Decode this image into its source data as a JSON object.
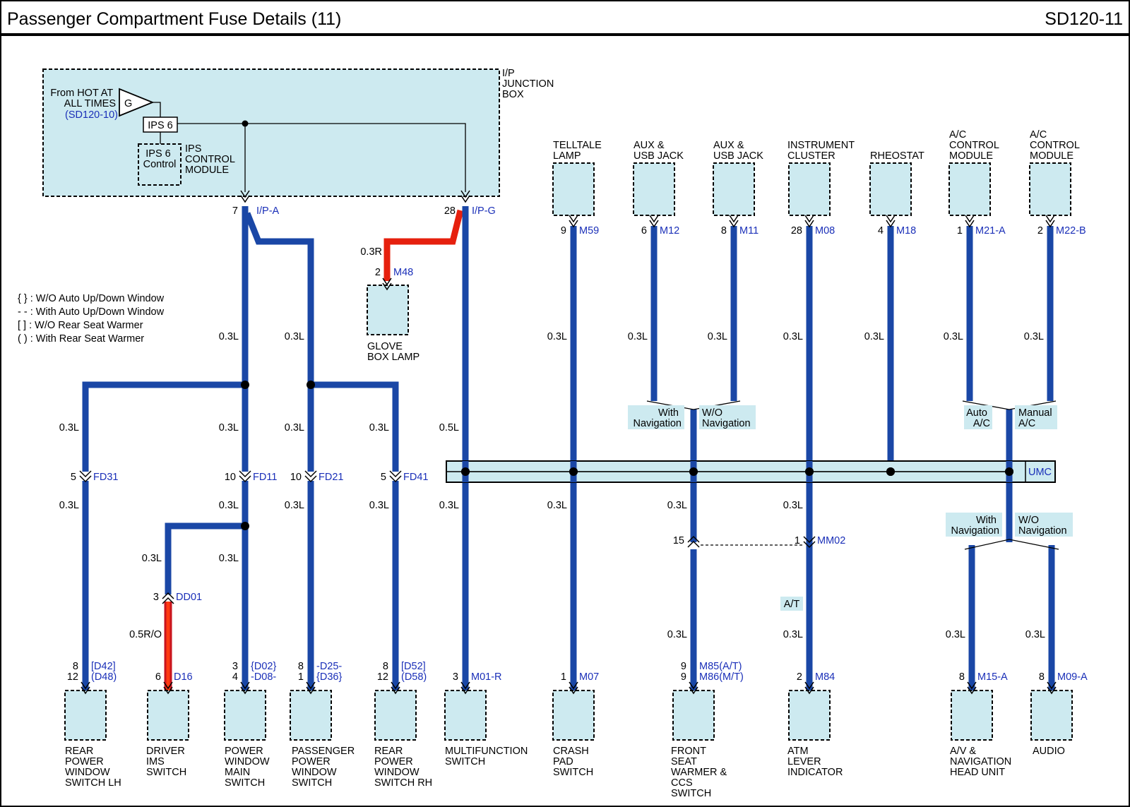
{
  "header": {
    "title": "Passenger Compartment Fuse Details (11)",
    "code": "SD120-11"
  },
  "junction_box": {
    "label": [
      "I/P",
      "JUNCTION",
      "BOX"
    ],
    "source": [
      "From HOT AT",
      "ALL TIMES"
    ],
    "source_ref": "(SD120-10)",
    "fuse_symbol": "G",
    "fuse": "IPS 6",
    "control": [
      "IPS 6",
      "Control"
    ],
    "control_label": [
      "IPS",
      "CONTROL",
      "MODULE"
    ]
  },
  "legend": [
    "{ } : W/O Auto Up/Down Window",
    "- - : With Auto Up/Down Window",
    "[ ] : W/O Rear Seat Warmer",
    "( ) : With Rear Seat Warmer"
  ],
  "outputs": {
    "ipa": {
      "pin": "7",
      "conn": "I/P-A"
    },
    "ipg": {
      "pin": "28",
      "conn": "I/P-G"
    }
  },
  "glovebox": {
    "wire": "0.3R",
    "pin": "2",
    "conn": "M48",
    "label": [
      "GLOVE",
      "BOX LAMP"
    ]
  },
  "wire_sizes": {
    "main": "0.3L",
    "multifunction_upper": "0.5L",
    "dd01": "0.5R/O"
  },
  "inline": {
    "fd31": {
      "pin": "5",
      "conn": "FD31"
    },
    "fd11": {
      "pin": "10",
      "conn": "FD11"
    },
    "fd21": {
      "pin": "10",
      "conn": "FD21"
    },
    "fd41": {
      "pin": "5",
      "conn": "FD41"
    },
    "dd01": {
      "pin": "3",
      "conn": "DD01"
    },
    "mm02": {
      "pin": "1",
      "conn": "MM02"
    },
    "front_seat_in": {
      "pin": "15"
    }
  },
  "bottom_components": [
    {
      "pins": [
        "8",
        "12"
      ],
      "conns": [
        "[D42]",
        "(D48)"
      ],
      "label": [
        "REAR",
        "POWER",
        "WINDOW",
        "SWITCH LH"
      ]
    },
    {
      "pins": [
        "6"
      ],
      "conns": [
        "D16"
      ],
      "label": [
        "DRIVER",
        "IMS",
        "SWITCH"
      ]
    },
    {
      "pins": [
        "3",
        "4"
      ],
      "conns": [
        "{D02}",
        "-D08-"
      ],
      "label": [
        "POWER",
        "WINDOW",
        "MAIN",
        "SWITCH"
      ]
    },
    {
      "pins": [
        "8",
        "1"
      ],
      "conns": [
        "-D25-",
        "{D36}"
      ],
      "label": [
        "PASSENGER",
        "POWER",
        "WINDOW",
        "SWITCH"
      ]
    },
    {
      "pins": [
        "8",
        "12"
      ],
      "conns": [
        "[D52]",
        "(D58)"
      ],
      "label": [
        "REAR",
        "POWER",
        "WINDOW",
        "SWITCH RH"
      ]
    },
    {
      "pins": [
        "3"
      ],
      "conns": [
        "M01-R"
      ],
      "label": [
        "MULTIFUNCTION",
        "SWITCH"
      ]
    },
    {
      "pins": [
        "1"
      ],
      "conns": [
        "M07"
      ],
      "label": [
        "CRASH",
        "PAD",
        "SWITCH"
      ]
    },
    {
      "pins": [
        "9",
        "9"
      ],
      "conns": [
        "M85(A/T)",
        "M86(M/T)"
      ],
      "label": [
        "FRONT",
        "SEAT",
        "WARMER &",
        "CCS",
        "SWITCH"
      ]
    },
    {
      "pins": [
        "2"
      ],
      "conns": [
        "M84"
      ],
      "label": [
        "ATM",
        "LEVER",
        "INDICATOR"
      ]
    },
    {
      "pins": [
        "8"
      ],
      "conns": [
        "M15-A"
      ],
      "label": [
        "A/V &",
        "NAVIGATION",
        "HEAD UNIT"
      ]
    },
    {
      "pins": [
        "8"
      ],
      "conns": [
        "M09-A"
      ],
      "label": [
        "AUDIO"
      ]
    }
  ],
  "top_components": [
    {
      "pin": "9",
      "conn": "M59",
      "label": [
        "TELLTALE",
        "LAMP"
      ]
    },
    {
      "pin": "6",
      "conn": "M12",
      "label": [
        "AUX &",
        "USB JACK"
      ]
    },
    {
      "pin": "8",
      "conn": "M11",
      "label": [
        "AUX &",
        "USB JACK"
      ]
    },
    {
      "pin": "28",
      "conn": "M08",
      "label": [
        "INSTRUMENT",
        "CLUSTER"
      ]
    },
    {
      "pin": "4",
      "conn": "M18",
      "label": [
        "RHEOSTAT"
      ]
    },
    {
      "pin": "1",
      "conn": "M21-A",
      "label": [
        "A/C",
        "CONTROL",
        "MODULE"
      ]
    },
    {
      "pin": "2",
      "conn": "M22-B",
      "label": [
        "A/C",
        "CONTROL",
        "MODULE"
      ]
    }
  ],
  "options": {
    "with_nav": [
      "With",
      "Navigation"
    ],
    "wo_nav": [
      "W/O",
      "Navigation"
    ],
    "auto_ac": [
      "Auto",
      "A/C"
    ],
    "manual_ac": [
      "Manual",
      "A/C"
    ],
    "with_nav2": [
      "With",
      "Navigation"
    ],
    "wo_nav2": [
      "W/O",
      "Navigation"
    ],
    "at": "A/T"
  },
  "umc": "UMC",
  "colors": {
    "wire_blue": "#1a47a6",
    "wire_red": "#e6200e",
    "component_fill": "#cdeaf0",
    "connector_text": "#1a2fb8"
  }
}
